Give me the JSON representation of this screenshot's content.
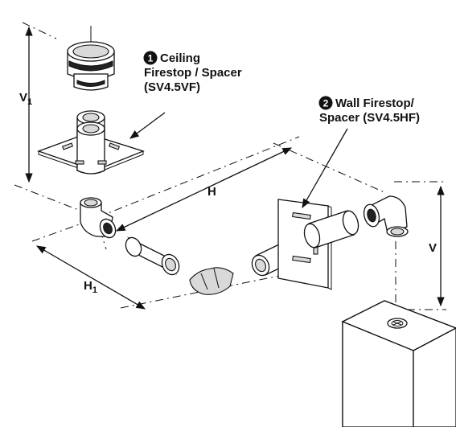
{
  "labels": {
    "ceiling_firestop_line1": "Ceiling",
    "ceiling_firestop_line2": "Firestop / Spacer",
    "ceiling_firestop_line3": "(SV4.5VF)",
    "ceiling_marker": "1",
    "wall_firestop_line1": "Wall Firestop/",
    "wall_firestop_line2": "Spacer (SV4.5HF)",
    "wall_marker": "2",
    "dim_v1_main": "V",
    "dim_v1_sub": "1",
    "dim_h": "H",
    "dim_h1_main": "H",
    "dim_h1_sub": "1",
    "dim_v": "V"
  }
}
